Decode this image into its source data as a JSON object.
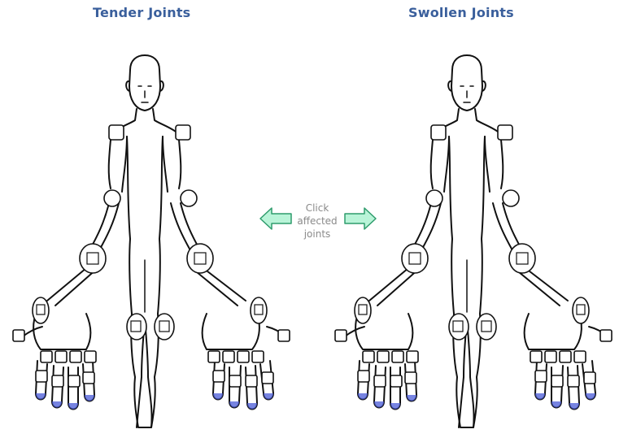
{
  "panels": {
    "left_title": "Tender Joints",
    "right_title": "Swollen Joints"
  },
  "hint": {
    "line1": "Click",
    "line2": "affected",
    "line3": "joints",
    "arrow_color": "#b9f4d8",
    "arrow_stroke": "#2e9c6c"
  },
  "colors": {
    "title": "#3a5f9c",
    "outline": "#111111",
    "nail_shade": "#4a5bd8"
  }
}
